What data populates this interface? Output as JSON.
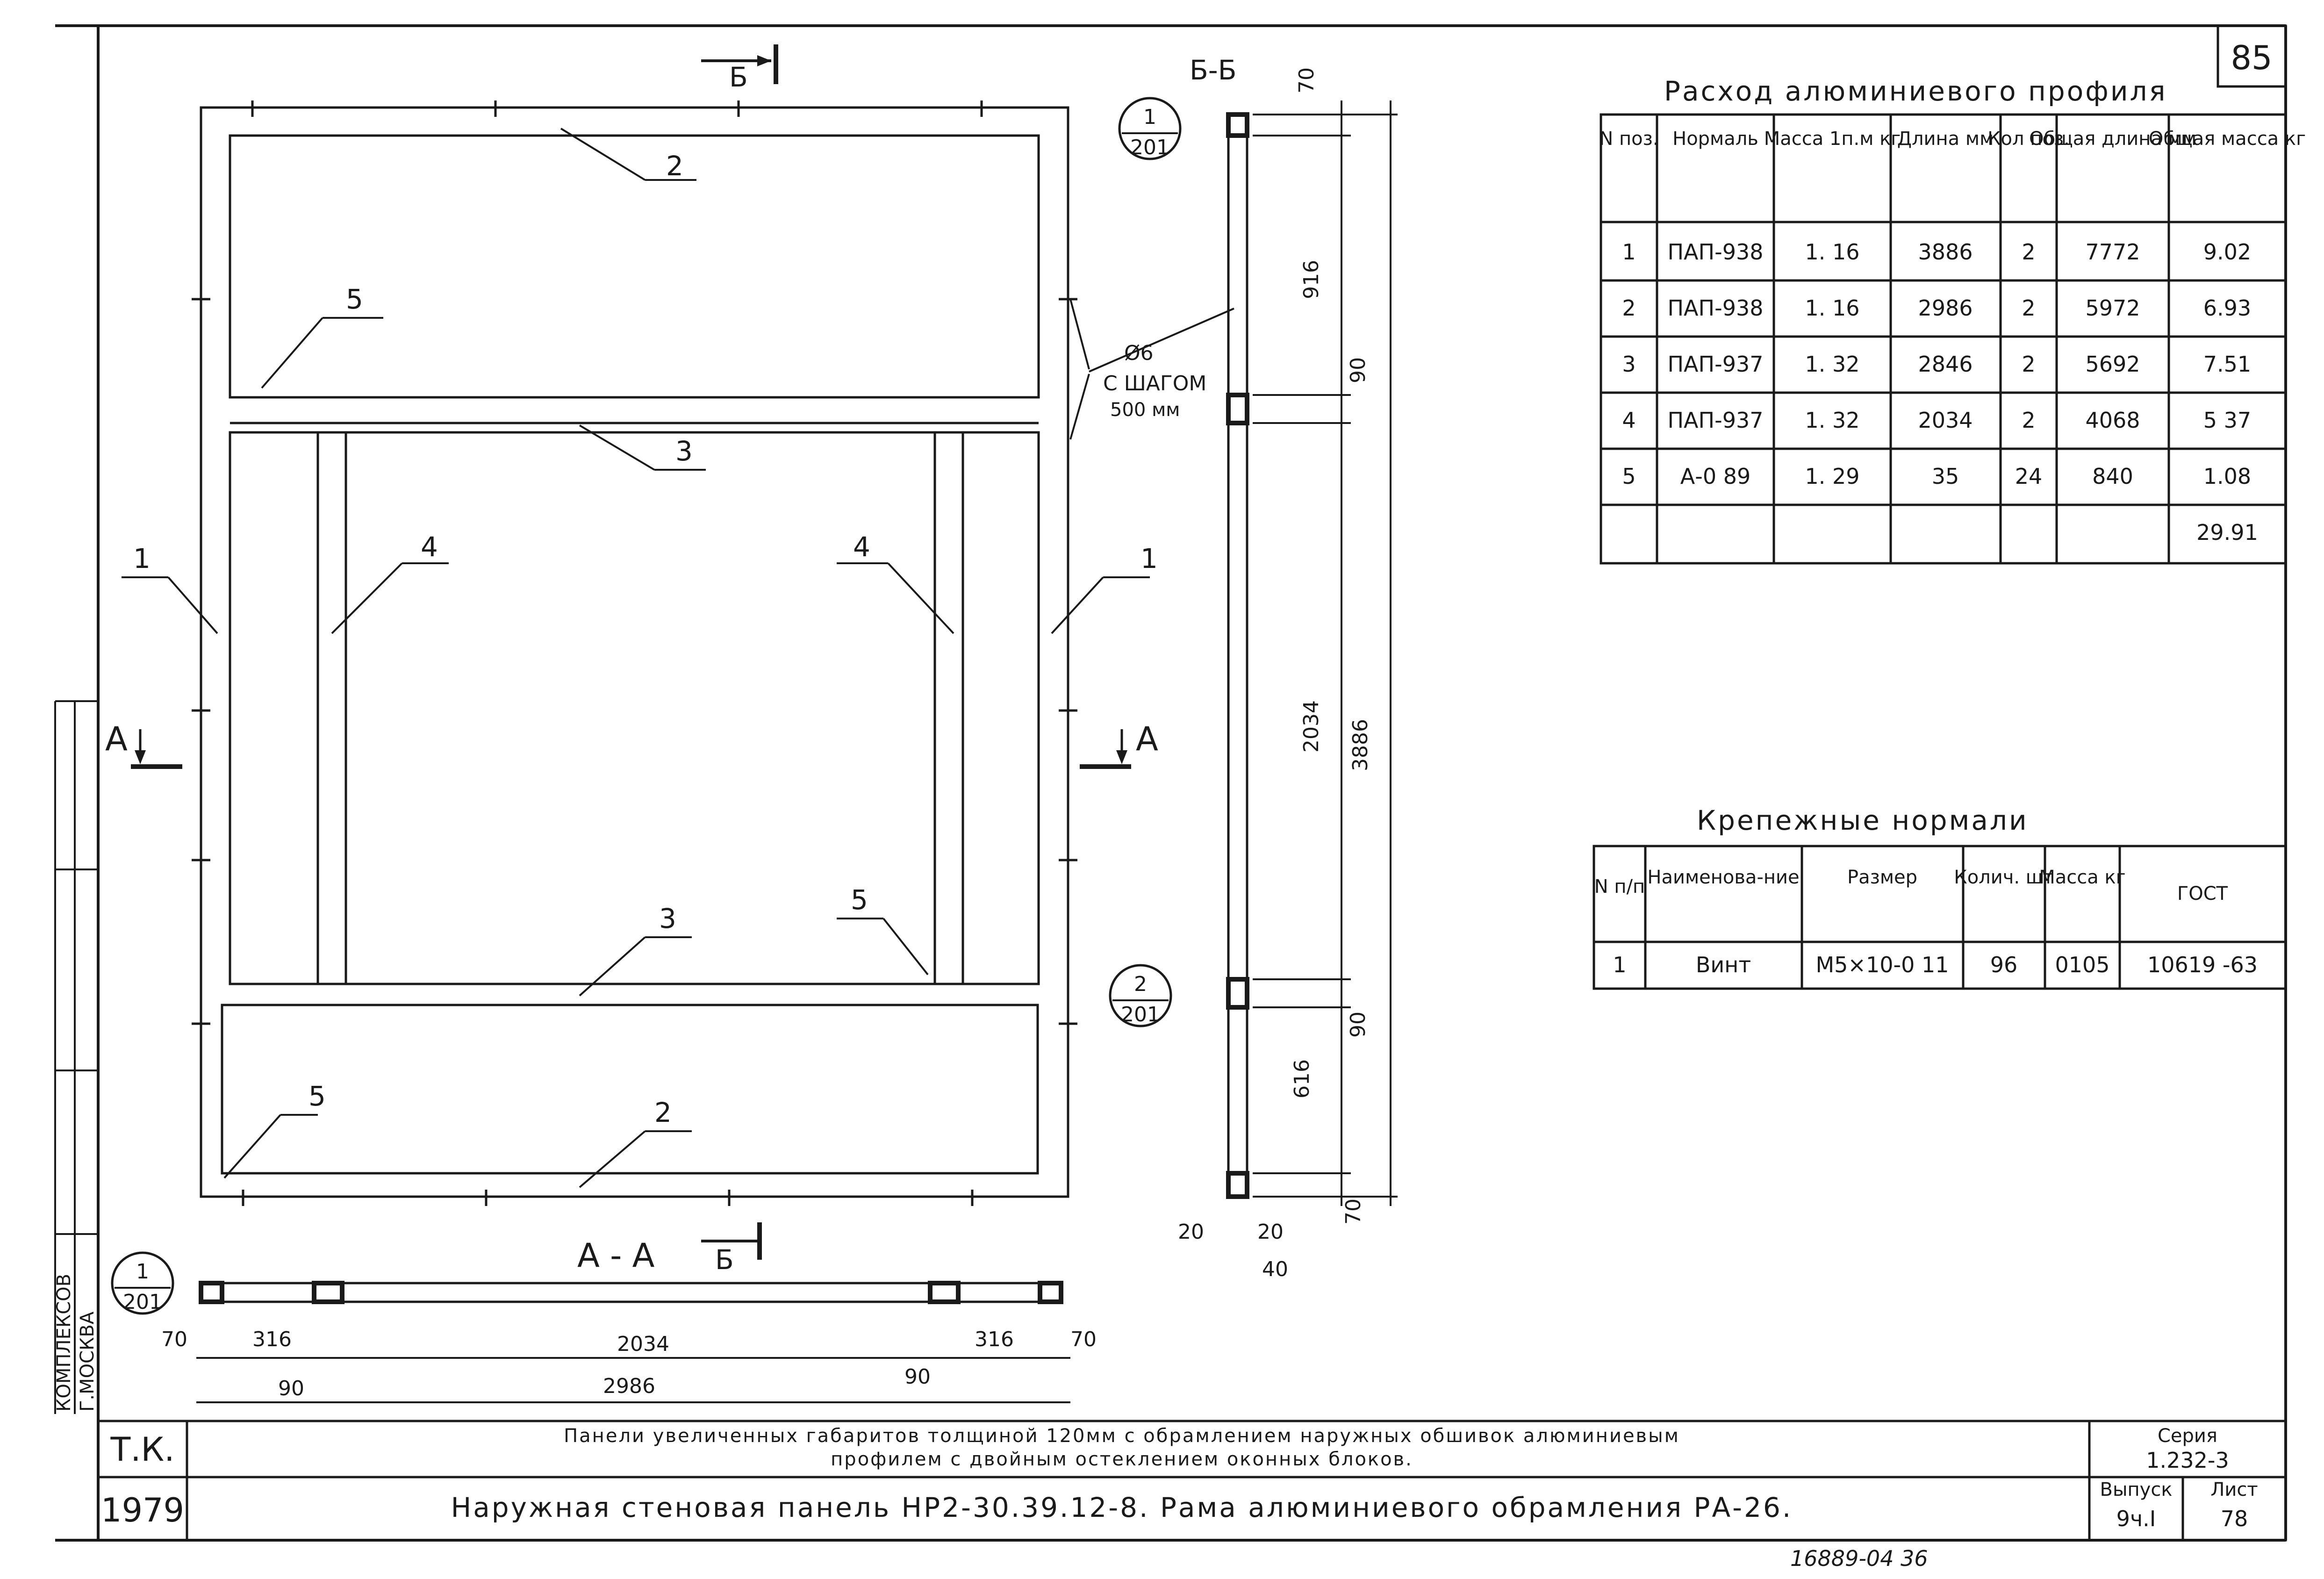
{
  "page_number": "85",
  "sections": {
    "b_marker": "Б",
    "b_section_label": "Б-Б",
    "a_marker": "А",
    "a_section_label": "А - А"
  },
  "callouts": {
    "node1": {
      "num": "1",
      "sheet": "201"
    },
    "node2": {
      "num": "2",
      "sheet": "201"
    },
    "node1_bottom": {
      "num": "1",
      "sheet": "201"
    }
  },
  "positions": [
    "1",
    "2",
    "3",
    "4",
    "5"
  ],
  "bolt_note": {
    "line1": "Ø6",
    "line2": "С ШАГОМ",
    "line3": "500 мм"
  },
  "dims_section_bb": {
    "d70_top": "70",
    "d916": "916",
    "d90_top": "90",
    "d2034": "2034",
    "d3886": "3886",
    "d90_bot": "90",
    "d616": "616",
    "d70_bot": "70",
    "d20_left": "20",
    "d20_right": "20",
    "d40": "40"
  },
  "dims_section_aa": {
    "d70_left": "70",
    "d316_left": "316",
    "d2034": "2034",
    "d316_right": "316",
    "d70_right": "70",
    "d90_left": "90",
    "d2986": "2986",
    "d90_right": "90"
  },
  "profile_table": {
    "title": "Расход алюминиевого профиля",
    "headers": [
      "N поз.",
      "Нормаль",
      "Масса 1п.м кг",
      "Длина мм",
      "Кол поз.",
      "Общая длина мм",
      "Общая масса кг"
    ],
    "rows": [
      [
        "1",
        "ПАП-938",
        "1. 16",
        "3886",
        "2",
        "7772",
        "9.02"
      ],
      [
        "2",
        "ПАП-938",
        "1. 16",
        "2986",
        "2",
        "5972",
        "6.93"
      ],
      [
        "3",
        "ПАП-937",
        "1. 32",
        "2846",
        "2",
        "5692",
        "7.51"
      ],
      [
        "4",
        "ПАП-937",
        "1. 32",
        "2034",
        "2",
        "4068",
        "5 37"
      ],
      [
        "5",
        "А-0 89",
        "1. 29",
        "35",
        "24",
        "840",
        "1.08"
      ]
    ],
    "total": "29.91"
  },
  "fastener_table": {
    "title": "Крепежные нормали",
    "headers": [
      "N п/п",
      "Наименова-ние",
      "Размер",
      "Колич. шт",
      "Масса кг",
      "ГОСТ"
    ],
    "rows": [
      [
        "1",
        "Винт",
        "М5×10-0 11",
        "96",
        "0105",
        "10619 -63"
      ]
    ]
  },
  "left_margin": {
    "org_line1": "КОМПЛЕКСОВ",
    "org_line2": "Г.МОСКВА"
  },
  "title_block": {
    "org": "Т.К.",
    "year": "1979",
    "subtitle_line1": "Панели увеличенных габаритов толщиной 120мм с обрамлением наружных обшивок алюминиевым",
    "subtitle_line2": "профилем с двойным остеклением оконных блоков.",
    "title": "Наружная стеновая панель НР2-30.39.12-8. Рама алюминиевого обрамления РА-26.",
    "series_label": "Серия",
    "series_value": "1.232-3",
    "issue_label": "Выпуск",
    "issue_value": "9ч.I",
    "sheet_label": "Лист",
    "sheet_value": "78"
  },
  "footer_note": "16889-04 36"
}
